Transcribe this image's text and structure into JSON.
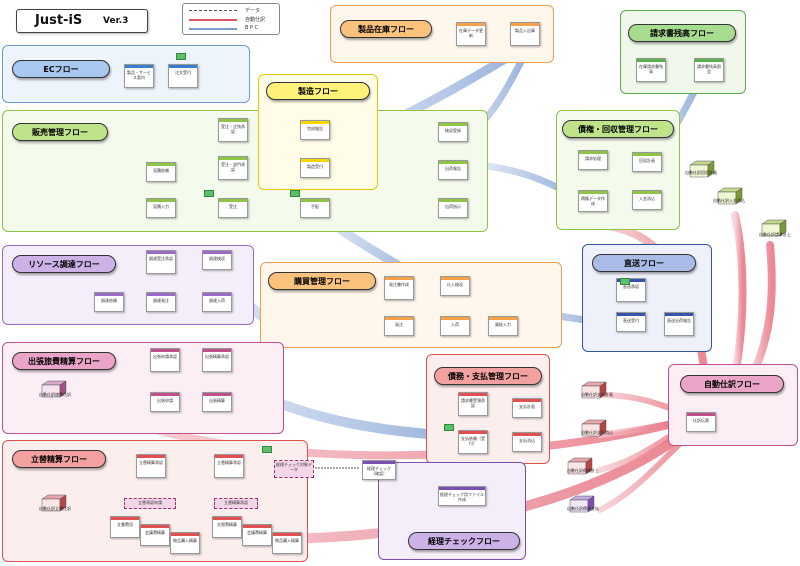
{
  "header": {
    "title": "Just-iS",
    "version": "Ver.3"
  },
  "legend": {
    "items": [
      {
        "label": "データ",
        "color": "#555555"
      },
      {
        "label": "自動仕訳",
        "color": "#e05566"
      },
      {
        "label": "B P C",
        "color": "#7f9fd3"
      }
    ]
  },
  "colors": {
    "ec": "#3a7dc9",
    "sales": "#8ec547",
    "seizo": "#f5d600",
    "zaiko": "#f7a24a",
    "seikyu": "#57b04b",
    "saiken": "#8ec547",
    "resource": "#9a6bc5",
    "konyu": "#f7a24a",
    "chokuso": "#3355aa",
    "shutcho": "#c0508c",
    "saimu": "#e05050",
    "tatekae": "#e05050",
    "keiri": "#7b4fb0",
    "jidou": "#c0508c"
  },
  "flows": {
    "ec": "ECフロー",
    "sales": "販売管理フロー",
    "seizo": "製造フロー",
    "zaiko": "製品在庫フロー",
    "seikyu": "請求書残高フロー",
    "saiken": "債権・回収管理フロー",
    "resource": "リソース調達フロー",
    "konyu": "購買管理フロー",
    "chokuso": "直送フロー",
    "shutcho": "出張旅費精算フロー",
    "saimu": "債務・支払管理フロー",
    "tatekae": "立替精算フロー",
    "keiri": "経理チェックフロー",
    "jidou": "自動仕訳フロー"
  },
  "nodes": {
    "ec_product": "製品・サービス案内",
    "ec_order": "注文受付",
    "zaiko_update": "在庫データ更新",
    "zaiko_in": "製品入出庫",
    "seikyu_zandaka": "在庫請求書残高",
    "seikyu_shokai": "請求書残高照会",
    "s_quote_req": "見積依頼",
    "s_quote_in": "見積入力",
    "s_approve1": "受注・注残承認",
    "s_approve2": "受注・部門承認",
    "s_order": "受注",
    "s_arrange": "手配",
    "s_check": "検収登録",
    "s_ship_rep": "出荷報告",
    "s_ship_inst": "出荷指示",
    "m_done": "完成報告",
    "m_order": "製造受付",
    "k_billing": "請求処理",
    "k_data": "債権データ作成",
    "k_recv_plan": "回収計画",
    "k_recv": "入金消込",
    "r_req": "調達依頼",
    "r_acq_approve": "調達受注承認",
    "r_acq_order": "調達発注",
    "r_acq_check": "調達検収",
    "r_acq_in": "調達入荷",
    "p_approve": "発注書作成",
    "p_inspect": "仕入検収",
    "p_order": "発注",
    "p_in": "入荷",
    "p_pay_in": "買掛入力",
    "c_in": "直送受付",
    "c_approve": "直送承認",
    "c_report": "直送出荷報告",
    "t_approve": "出張申請承認",
    "t_cost_approve": "出張精算承認",
    "t_apply": "出張申請",
    "t_cost": "出張精算",
    "d_request": "請求書受領承認",
    "d_pay_plan": "支払計画",
    "d_check": "支払依頼（受付）",
    "d_pay": "支払消込",
    "a_approve1": "立替精算承認",
    "a_approve2": "立替精算承認",
    "a_flow": "立替承認申請",
    "a_flow2": "立替精算承認",
    "a_doc1": "文書費用",
    "a_doc2": "会議費精算",
    "a_doc3": "物品購入精算",
    "a_doc4": "交際費精算",
    "a_doc5": "会議費精算",
    "a_doc6": "物品購入精算",
    "kc_data": "経理チェック対象データ",
    "kc_check": "経理チェック（確認）",
    "kc_file": "経理チェック用ファイル作成",
    "j_voucher": "仕訳伝票"
  },
  "cubes": {
    "cube_kaishu": "自動仕訳回収計画",
    "cube_nyukin": "自動仕訳入金消込",
    "cube_seikyu": "自動仕訳請求計上",
    "cube_shutcho": "自動仕訳旅費仕訳",
    "cube_tatekae": "自動仕訳立替仕訳",
    "cube_shiharai1": "自動仕訳支払計画",
    "cube_shiharai2": "自動仕訳支払消込",
    "cube_kaikake": "自動仕訳債務計上",
    "cube_keiri": "自動仕訳債務支払"
  }
}
